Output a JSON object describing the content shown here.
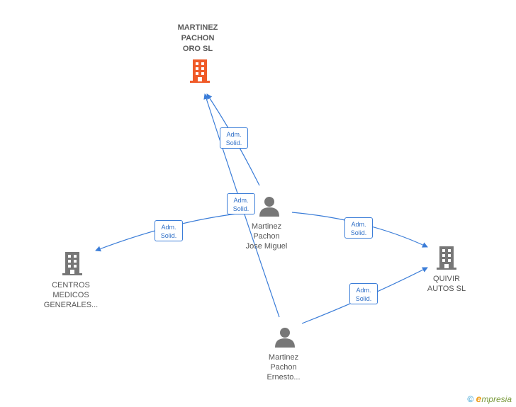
{
  "nodes": {
    "martinez_pachon_oro": {
      "lines": [
        "MARTINEZ",
        "PACHON",
        "ORO SL"
      ],
      "color": "#f05a28"
    },
    "centros_medicos": {
      "lines": [
        "CENTROS",
        "MEDICOS",
        "GENERALES..."
      ],
      "color": "#777777"
    },
    "quivir_autos": {
      "lines": [
        "QUIVIR",
        "AUTOS SL"
      ],
      "color": "#777777"
    },
    "jose_miguel": {
      "lines": [
        "Martinez",
        "Pachon",
        "Jose Miguel"
      ],
      "color": "#777777"
    },
    "ernesto": {
      "lines": [
        "Martinez",
        "Pachon",
        "Ernesto..."
      ],
      "color": "#777777"
    }
  },
  "edges": {
    "e1": [
      "Adm.",
      "Solid."
    ],
    "e2": [
      "Adm.",
      "Solid."
    ],
    "e3": [
      "Adm.",
      "Solid."
    ],
    "e4": [
      "Adm.",
      "Solid."
    ],
    "e5": [
      "Adm.",
      "Solid."
    ]
  },
  "edge_color": "#3b7dd8",
  "footer": {
    "copyright": "©",
    "brand_first": "e",
    "brand_rest": "mpresia"
  }
}
